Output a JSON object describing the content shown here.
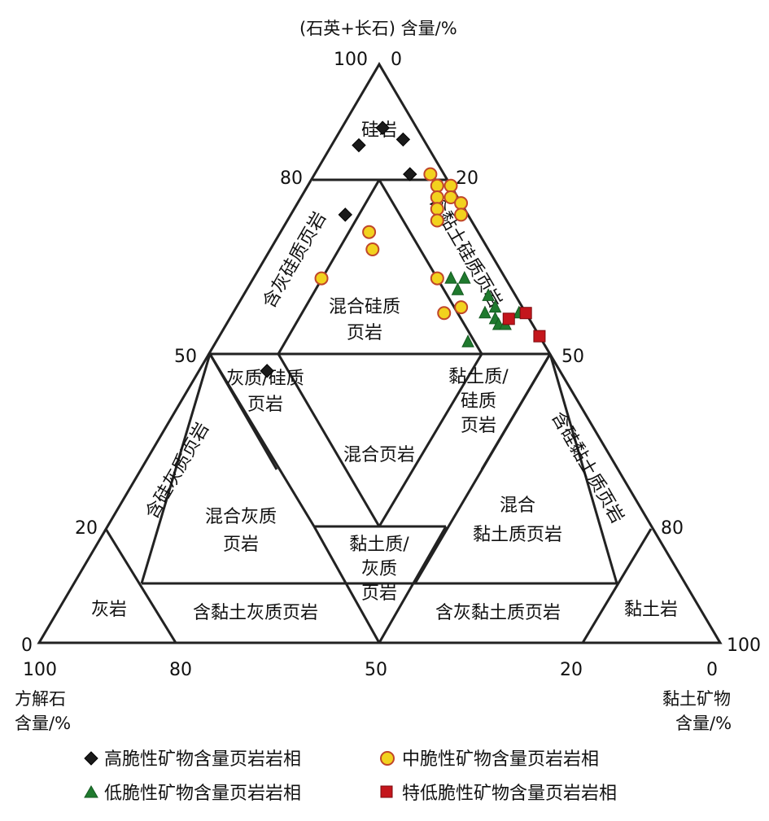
{
  "top_axis_title": "(石英+长石) 含量/%",
  "top_vertex_labels": {
    "left": "100",
    "right": "0"
  },
  "left_edge_ticks": {
    "t80": "80",
    "t50": "50",
    "t20": "20",
    "t0": "0"
  },
  "right_edge_ticks": {
    "t20": "20",
    "t50": "50",
    "t80": "80",
    "t100": "100"
  },
  "bottom_ticks": {
    "t100": "100",
    "t80": "80",
    "t50": "50",
    "t20": "20",
    "t0": "0"
  },
  "left_axis_title": {
    "line1": "方解石",
    "line2": "含量/%"
  },
  "right_axis_title": {
    "line1": "黏土矿物",
    "line2": "含量/%"
  },
  "regions": {
    "siliceous_rock": "硅岩",
    "calc_siliceous_shale": "含灰硅质页岩",
    "clay_siliceous_shale": "含黏土硅质页岩",
    "mixed_siliceous_shale": {
      "line1": "混合硅质",
      "line2": "页岩"
    },
    "calc_siliceous_mix": {
      "line1": "灰质/硅质",
      "line2": "页岩"
    },
    "clay_siliceous_mix": {
      "line1": "黏土质/",
      "line2": "硅质",
      "line3": "页岩"
    },
    "mixed_shale": "混合页岩",
    "siliceous_calc_shale": "含硅灰质页岩",
    "siliceous_clay_shale": "含硅黏土质页岩",
    "mixed_calc_shale": {
      "line1": "混合灰质",
      "line2": "页岩"
    },
    "mixed_clay_shale": {
      "line1": "混合",
      "line2": "黏土质页岩"
    },
    "clay_calc_mix": {
      "line1": "黏土质/",
      "line2": "灰质",
      "line3": "页岩"
    },
    "limestone": "灰岩",
    "clayey_calc_shale": "含黏土灰质页岩",
    "calc_clay_shale": "含灰黏土质页岩",
    "claystone": "黏土岩"
  },
  "legend": {
    "high": "高脆性矿物含量页岩岩相",
    "mid": "中脆性矿物含量页岩岩相",
    "low": "低脆性矿物含量页岩岩相",
    "very_low": "特低脆性矿物含量页岩岩相"
  },
  "colors": {
    "line": "#222222",
    "high": "#1a1a1a",
    "mid_fill": "#f2d21e",
    "mid_stroke": "#c0462a",
    "low": "#1f7a2e",
    "very_low": "#c4161c"
  },
  "chart_data": {
    "type": "scatter",
    "ternary": true,
    "components": [
      "石英+长石",
      "方解石",
      "黏土矿物"
    ],
    "units": "%",
    "series": [
      {
        "name": "高脆性矿物含量页岩岩相",
        "marker": "diamond",
        "points": [
          [
            89,
            5,
            6
          ],
          [
            87,
            3,
            10
          ],
          [
            86,
            10,
            4
          ],
          [
            81,
            5,
            14
          ],
          [
            74,
            18,
            8
          ],
          [
            47,
            43,
            10
          ]
        ]
      },
      {
        "name": "中脆性矿物含量页岩岩相",
        "marker": "circle",
        "points": [
          [
            81,
            2,
            17
          ],
          [
            79,
            0,
            21
          ],
          [
            79,
            2,
            19
          ],
          [
            77,
            1,
            22
          ],
          [
            77,
            3,
            20
          ],
          [
            76,
            0,
            24
          ],
          [
            75,
            4,
            21
          ],
          [
            74,
            1,
            25
          ],
          [
            73,
            5,
            22
          ],
          [
            71,
            16,
            13
          ],
          [
            68,
            17,
            15
          ],
          [
            63,
            27,
            10
          ],
          [
            63,
            10,
            27
          ],
          [
            58,
            9,
            33
          ],
          [
            57,
            12,
            31
          ]
        ]
      },
      {
        "name": "低脆性矿物含量页岩岩相",
        "marker": "triangle",
        "points": [
          [
            63,
            8,
            29
          ],
          [
            63,
            6,
            31
          ],
          [
            61,
            8,
            31
          ],
          [
            60,
            4,
            36
          ],
          [
            58,
            4,
            38
          ],
          [
            57,
            1,
            42
          ],
          [
            57,
            6,
            37
          ],
          [
            56,
            5,
            39
          ],
          [
            55,
            5,
            40
          ],
          [
            55,
            4,
            41
          ],
          [
            52,
            11,
            37
          ]
        ]
      },
      {
        "name": "特低脆性矿物含量页岩岩相",
        "marker": "square",
        "points": [
          [
            57,
            0,
            43
          ],
          [
            56,
            3,
            41
          ],
          [
            53,
            0,
            47
          ]
        ]
      }
    ]
  }
}
